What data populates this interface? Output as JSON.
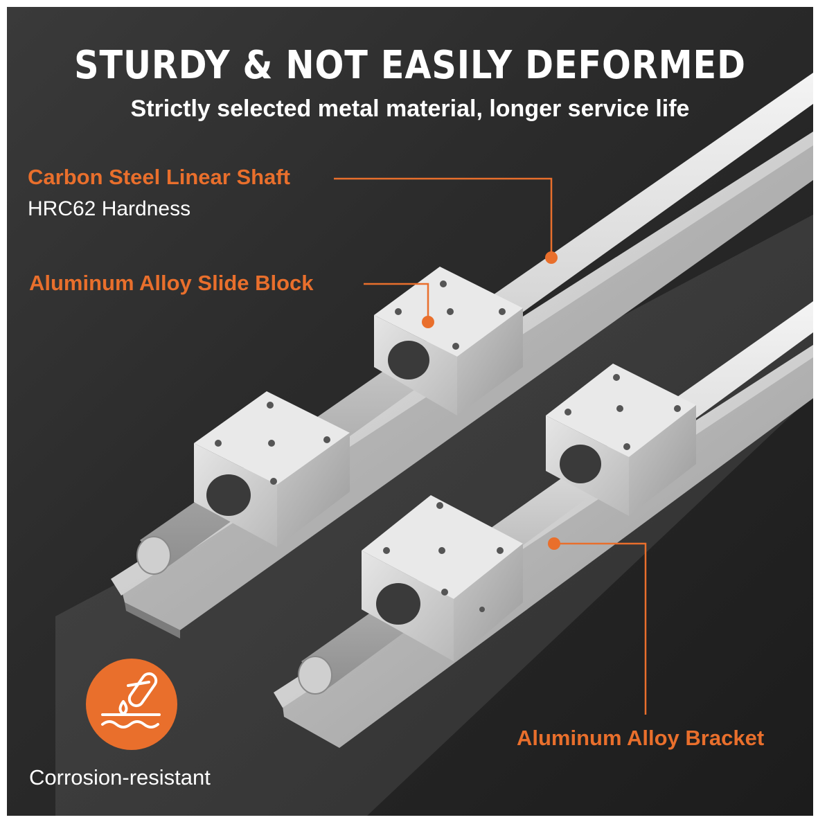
{
  "headline": "STURDY & NOT EASILY DEFORMED",
  "subheadline": "Strictly selected metal material, longer service life",
  "callouts": {
    "shaft": {
      "title": "Carbon Steel Linear Shaft",
      "detail": "HRC62 Hardness"
    },
    "slide_block": {
      "title": "Aluminum Alloy Slide Block"
    },
    "bracket": {
      "title": "Aluminum Alloy Bracket"
    }
  },
  "badge": {
    "icon": "test-tube-drop-icon",
    "label": "Corrosion-resistant"
  },
  "colors": {
    "accent": "#e96f2c",
    "background": "#2b2b2b",
    "text": "#ffffff"
  }
}
